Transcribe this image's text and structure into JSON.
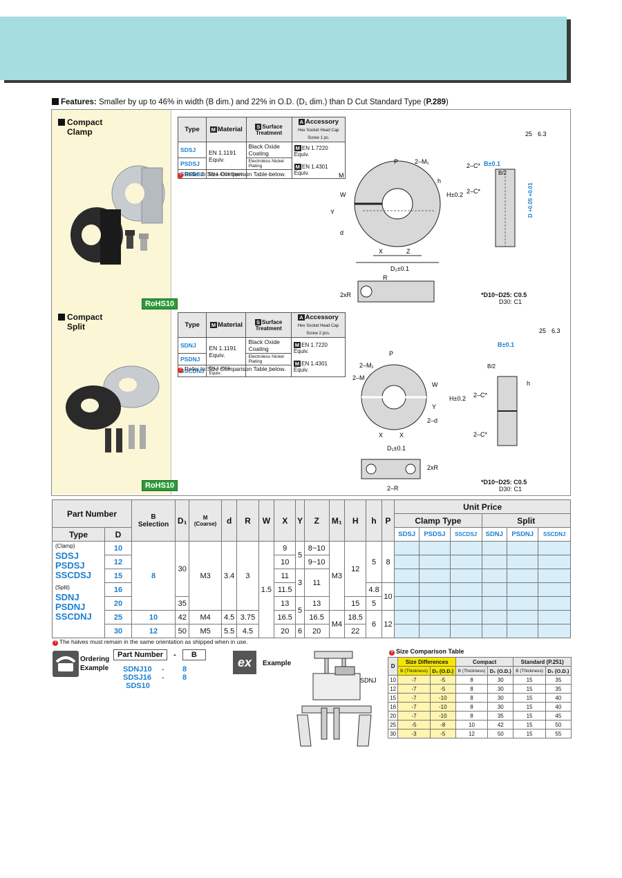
{
  "features": {
    "label": "Features:",
    "text": "Smaller by up to 46% in width (B dim.) and 22% in O.D. (D₁ dim.) than D Cut Standard Type (",
    "ref": "P.289",
    "close": ")"
  },
  "sections": [
    {
      "title_line1": "Compact",
      "title_line2": "Clamp",
      "rohs": "RoHS10",
      "spec_headers": {
        "type": "Type",
        "material": "Material",
        "surface": "Surface Treatment",
        "accessory": "Accessory",
        "accessory_sub": "Hex Socket Head Cap Screw 1 pc."
      },
      "types": [
        "SDSJ",
        "PSDSJ",
        "SSCDSJ"
      ],
      "materials": [
        "EN 1.1191 Equiv.",
        "EN 1.4301 Equiv."
      ],
      "surfaces": [
        "Black Oxide Coating",
        "Electroless Nickel Plating",
        "-"
      ],
      "accessories": [
        "EN 1.7220 Equiv.",
        "EN 1.4301 Equiv."
      ],
      "note": "Refer to Size Comparison Table below.",
      "chamfer_note1": "*D10~D25: C0.5",
      "chamfer_note2": "D30: C1"
    },
    {
      "title_line1": "Compact",
      "title_line2": "Split",
      "rohs": "RoHS10",
      "spec_headers": {
        "type": "Type",
        "material": "Material",
        "surface": "Surface Treatment",
        "accessory": "Accessory",
        "accessory_sub": "Hex Socket Head Cap Screw 2 pcs."
      },
      "types": [
        "SDNJ",
        "PSDNJ",
        "SSCDNJ"
      ],
      "materials": [
        "EN 1.1191 Equiv.",
        "EN 1.4301 Equiv."
      ],
      "surfaces": [
        "Black Oxide Coating",
        "Electroless Nickel Plating",
        "-"
      ],
      "accessories": [
        "EN 1.7220 Equiv.",
        "EN 1.4301 Equiv."
      ],
      "note": "Refer to Size Comparison Table below.",
      "chamfer_note1": "*D10~D25: C0.5",
      "chamfer_note2": "D30: C1"
    }
  ],
  "drawing_labels": {
    "roughness": "25",
    "roughness2": "6.3",
    "b_dim": "B±0.1",
    "b_half": "B/2",
    "chamfer": "2–C*",
    "d_tol": "D +0.05 +0.01",
    "p": "P",
    "m1": "2–M₁",
    "m": "M",
    "w": "W",
    "y": "Y",
    "d": "d",
    "h": "h",
    "h_tol": "H±0.2",
    "x": "X",
    "z": "Z",
    "d1": "D₁±0.1",
    "r": "R",
    "two_r": "2xR",
    "two_d": "2–d",
    "two_m": "2–M",
    "two_r2": "2–R"
  },
  "main_table": {
    "headers": {
      "part_number": "Part Number",
      "type": "Type",
      "d": "D",
      "b": "B",
      "b_sub": "Selection",
      "d1": "D₁",
      "m": "M",
      "m_sub": "(Coarse)",
      "d_small": "d",
      "r": "R",
      "w": "W",
      "x": "X",
      "y": "Y",
      "z": "Z",
      "m1": "M₁",
      "h_big": "H",
      "h_small": "h",
      "p": "P",
      "unit_price": "Unit Price",
      "clamp_type": "Clamp Type",
      "split": "Split",
      "price_types": [
        "SDSJ",
        "PSDSJ",
        "SSCDSJ",
        "SDNJ",
        "PSDNJ",
        "SSCDNJ"
      ]
    },
    "type_groups": {
      "clamp_label": "(Clamp)",
      "clamp_types": [
        "SDSJ",
        "PSDSJ",
        "SSCDSJ"
      ],
      "split_label": "(Split)",
      "split_types": [
        "SDNJ",
        "PSDNJ",
        "SSCDNJ"
      ]
    },
    "rows": [
      {
        "D": "10",
        "B": "8",
        "D1": "30",
        "M": "M3",
        "d": "3.4",
        "R": "3",
        "W": "1.5",
        "X": "9",
        "Y": "5",
        "Z": "8~10",
        "M1": "M3",
        "H": "12",
        "h": "5",
        "P": "8"
      },
      {
        "D": "12",
        "X": "10",
        "Z": "9~10"
      },
      {
        "D": "15",
        "X": "11",
        "Y": "3",
        "Z": "11"
      },
      {
        "D": "16",
        "X": "11.5",
        "h": "4.8",
        "P": "10"
      },
      {
        "D": "20",
        "D1": "35",
        "X": "13",
        "Y": "5",
        "Z": "13",
        "H": "15",
        "h": "5"
      },
      {
        "D": "25",
        "B": "10",
        "D1": "42",
        "M": "M4",
        "d": "4.5",
        "R": "3.75",
        "X": "16.5",
        "Z": "16.5",
        "M1": "M4",
        "H": "18.5",
        "h": "6",
        "P": "12"
      },
      {
        "D": "30",
        "B": "12",
        "D1": "50",
        "M": "M5",
        "d": "5.5",
        "R": "4.5",
        "X": "20",
        "Y": "6",
        "Z": "20",
        "H": "22"
      }
    ],
    "footnote": "The halves must remain in the same orientation as shipped when in use."
  },
  "ordering": {
    "label1": "Ordering",
    "label2": "Example",
    "header_pn": "Part Number",
    "dash": "-",
    "header_b": "B",
    "rows": [
      {
        "pn": "SDNJ10",
        "dash": "-",
        "b": "8"
      },
      {
        "pn": "SDSJ16",
        "dash": "-",
        "b": "8"
      },
      {
        "pn": "SDS10",
        "dash": "",
        "b": ""
      }
    ]
  },
  "example": {
    "label": "Example",
    "icon": "ex",
    "part_label": "SDNJ"
  },
  "size_comparison": {
    "title": "Size Comparison Table",
    "headers": {
      "d": "D",
      "diff": "Size Differences",
      "compact": "Compact",
      "standard": "Standard (P.251)",
      "b": "B (Thickness)",
      "d1": "D₁ (O.D.)"
    },
    "rows": [
      [
        "10",
        "-7",
        "-5",
        "8",
        "30",
        "15",
        "35"
      ],
      [
        "12",
        "-7",
        "-5",
        "8",
        "30",
        "15",
        "35"
      ],
      [
        "15",
        "-7",
        "-10",
        "8",
        "30",
        "15",
        "40"
      ],
      [
        "16",
        "-7",
        "-10",
        "8",
        "30",
        "15",
        "40"
      ],
      [
        "20",
        "-7",
        "-10",
        "8",
        "35",
        "15",
        "45"
      ],
      [
        "25",
        "-5",
        "-8",
        "10",
        "42",
        "15",
        "50"
      ],
      [
        "30",
        "-3",
        "-5",
        "12",
        "50",
        "15",
        "55"
      ]
    ]
  }
}
